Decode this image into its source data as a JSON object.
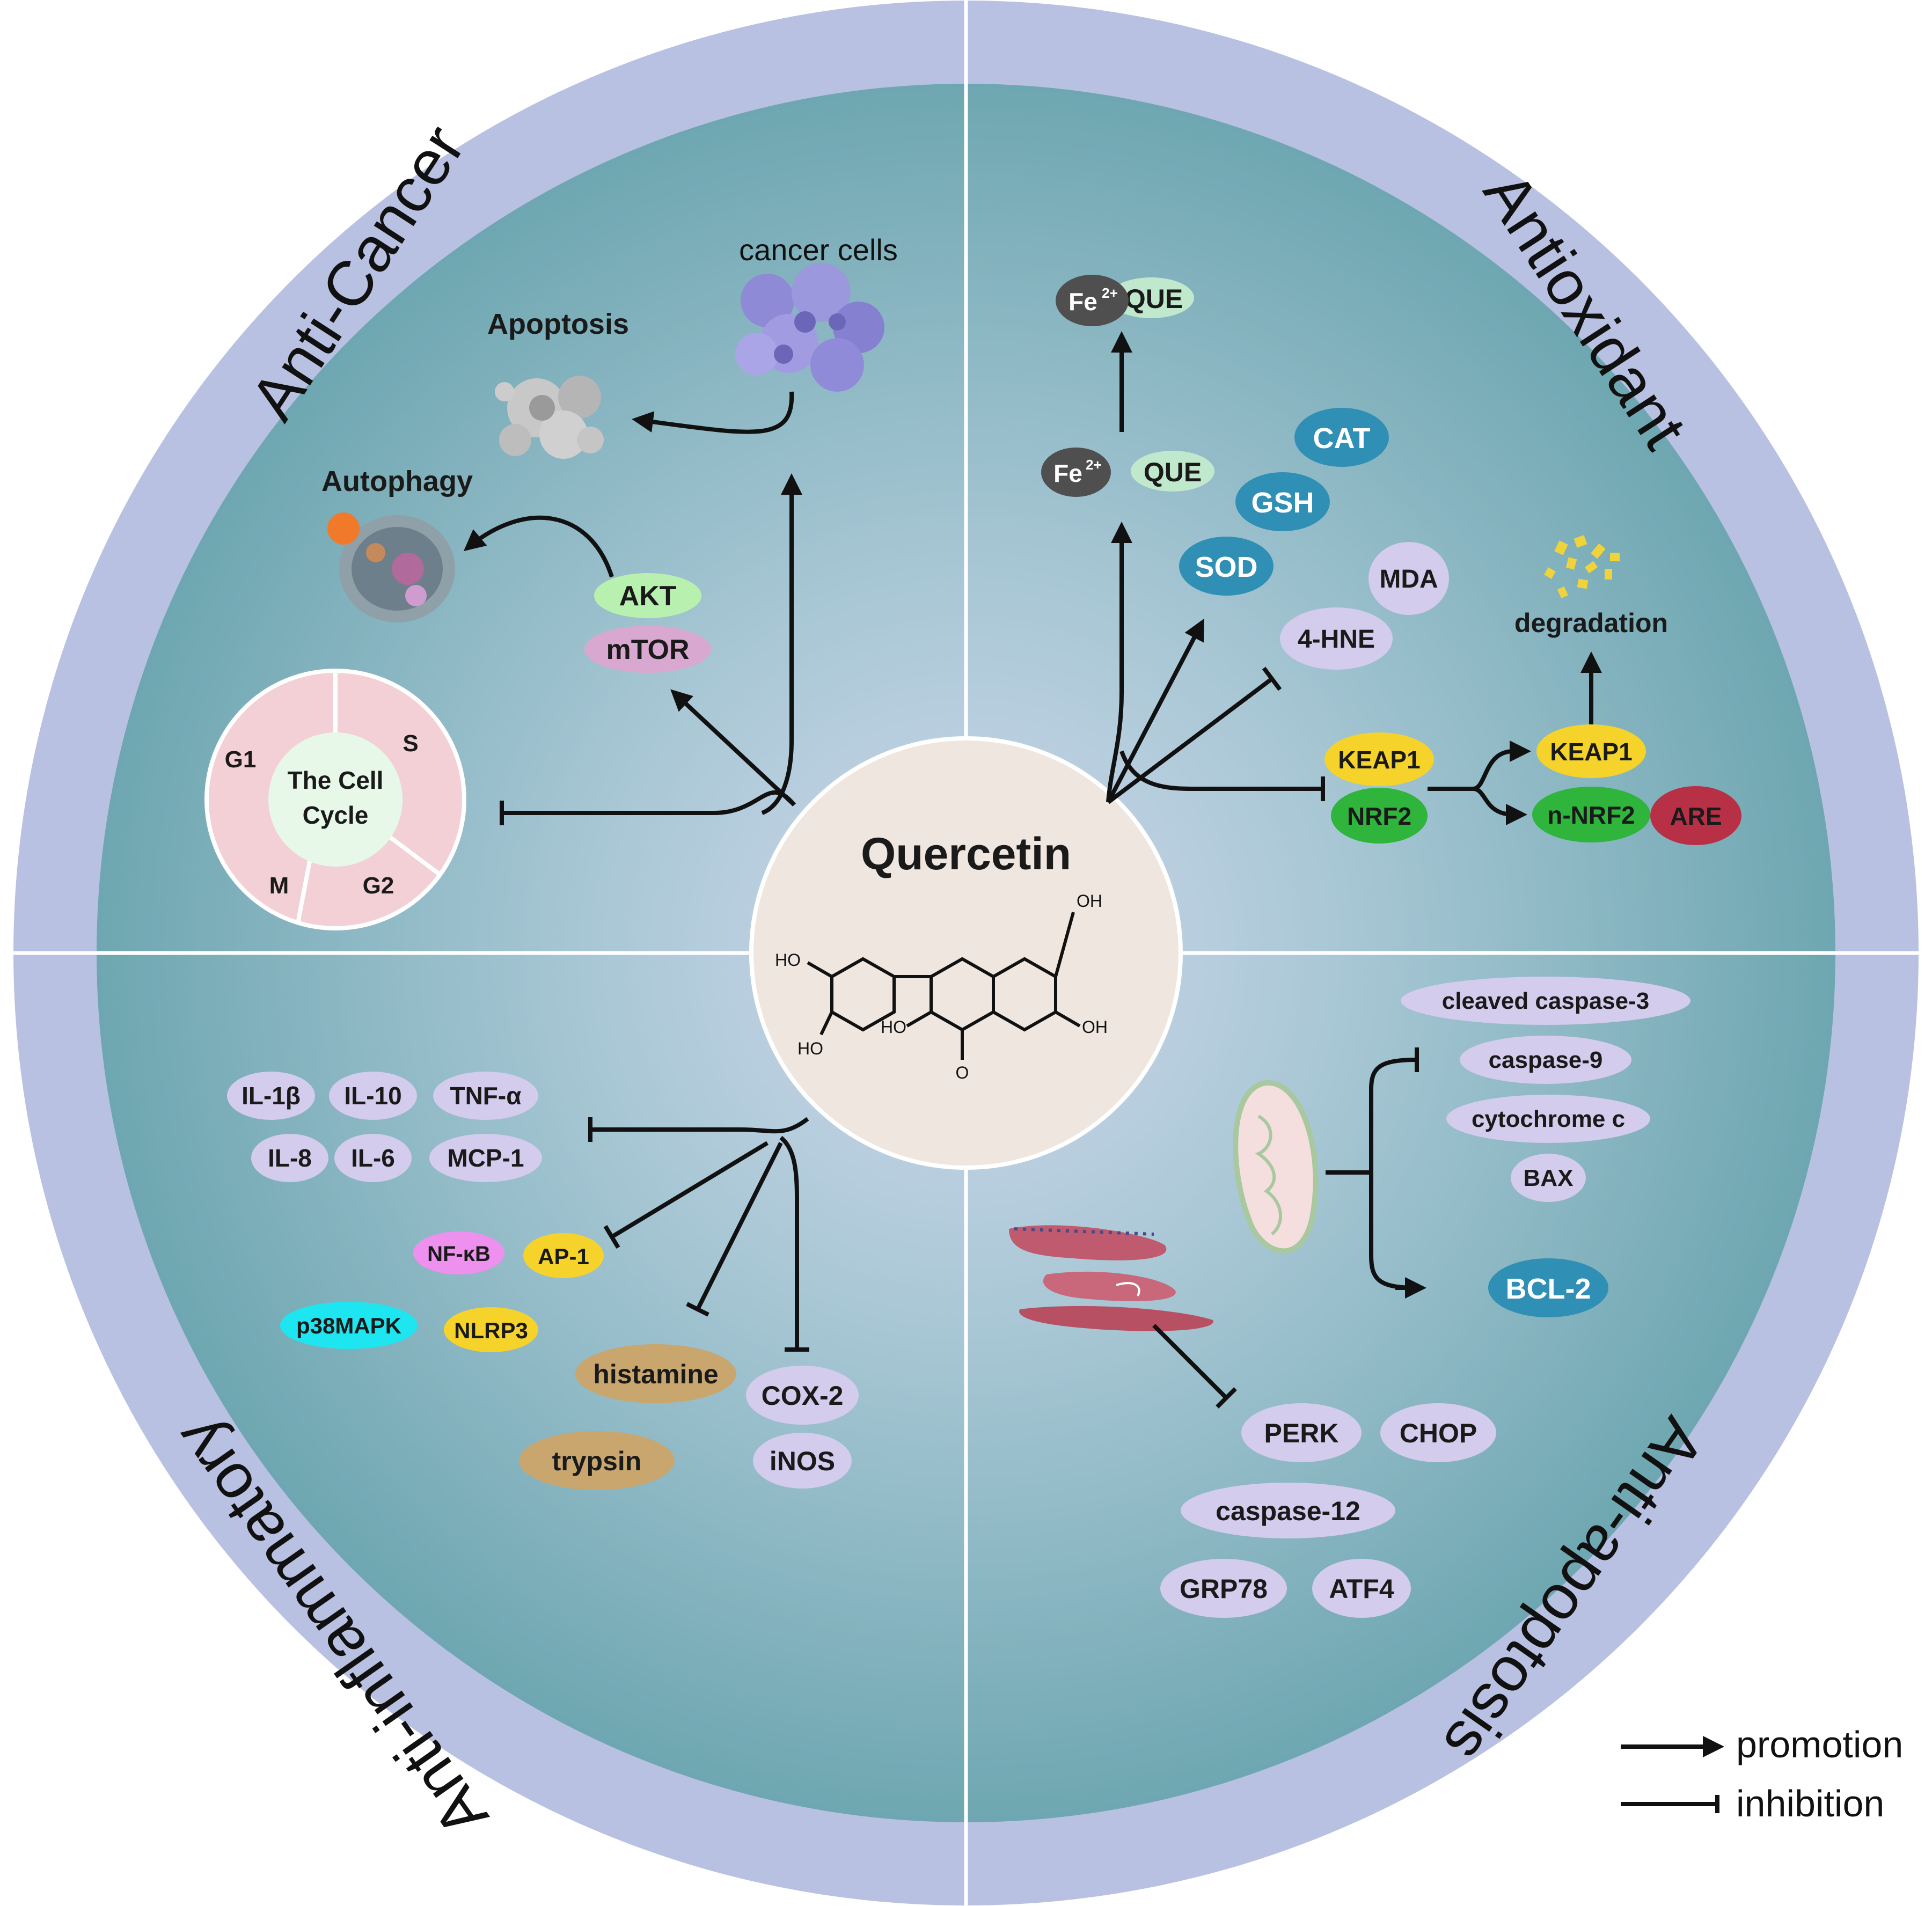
{
  "center": {
    "title": "Quercetin",
    "atoms": {
      "ho_left": "HO",
      "ho_bottom_left": "HO",
      "ho_bottom": "HO",
      "o_carbonyl": "O",
      "oh_right": "OH",
      "oh_top": "OH"
    }
  },
  "quadrants": {
    "anti_cancer": "Anti-Cancer",
    "antioxidant": "Antioxidant",
    "anti_inflammatory": "Anti-inflammatory",
    "anti_apoptosis": "Anti-apoptosis"
  },
  "anti_cancer": {
    "cancer_cells": "cancer cells",
    "apoptosis": "Apoptosis",
    "autophagy": "Autophagy",
    "akt": "AKT",
    "mtor": "mTOR",
    "cell_cycle": {
      "center_line1": "The Cell",
      "center_line2": "Cycle",
      "g1": "G1",
      "s": "S",
      "g2": "G2",
      "m": "M"
    }
  },
  "antioxidant": {
    "fe_top": "Fe",
    "fe_top_sup": "2+",
    "que_top": "QUE",
    "fe_mid": "Fe",
    "fe_mid_sup": "2+",
    "que_mid": "QUE",
    "cat": "CAT",
    "gsh": "GSH",
    "sod": "SOD",
    "mda": "MDA",
    "hne": "4-HNE",
    "degradation": "degradation",
    "keap1_left": "KEAP1",
    "nrf2": "NRF2",
    "keap1_right": "KEAP1",
    "n_nrf2": "n-NRF2",
    "are": "ARE"
  },
  "anti_inflammatory": {
    "il1b": "IL-1β",
    "il10": "IL-10",
    "tnfa": "TNF-α",
    "il8": "IL-8",
    "il6": "IL-6",
    "mcp1": "MCP-1",
    "nfkb": "NF-κB",
    "ap1": "AP-1",
    "p38mapk": "p38MAPK",
    "nlrp3": "NLRP3",
    "histamine": "histamine",
    "trypsin": "trypsin",
    "cox2": "COX-2",
    "inos": "iNOS"
  },
  "anti_apoptosis": {
    "cleaved_caspase3": "cleaved caspase-3",
    "caspase9": "caspase-9",
    "cytochrome_c": "cytochrome c",
    "bax": "BAX",
    "bcl2": "BCL-2",
    "perk": "PERK",
    "chop": "CHOP",
    "caspase12": "caspase-12",
    "grp78": "GRP78",
    "atf4": "ATF4"
  },
  "legend": {
    "promotion": "promotion",
    "inhibition": "inhibition"
  },
  "colors": {
    "outer_ring": "#b9c1e2",
    "inner_disc": "#7aaeb8",
    "center_disc": "#eee6df",
    "akt": "#b8f0b0",
    "mtor": "#d9a8d0",
    "cell_cycle_segments": "#f2d0d6",
    "cell_cycle_center": "#e8f8e8",
    "que": "#c0e8cc",
    "fe": "#4f4f4f",
    "teal_enzymes": "#2f8fb4",
    "lavender": "#d3ccec",
    "keap1": "#f5d32a",
    "nrf2": "#2fb43c",
    "are": "#b83046",
    "nfkb": "#ee90ee",
    "ap1": "#f5d32a",
    "p38mapk": "#1ee6f0",
    "nlrp3": "#f5d32a",
    "tan": "#c9a66e",
    "bcl2": "#2f8fb4"
  }
}
